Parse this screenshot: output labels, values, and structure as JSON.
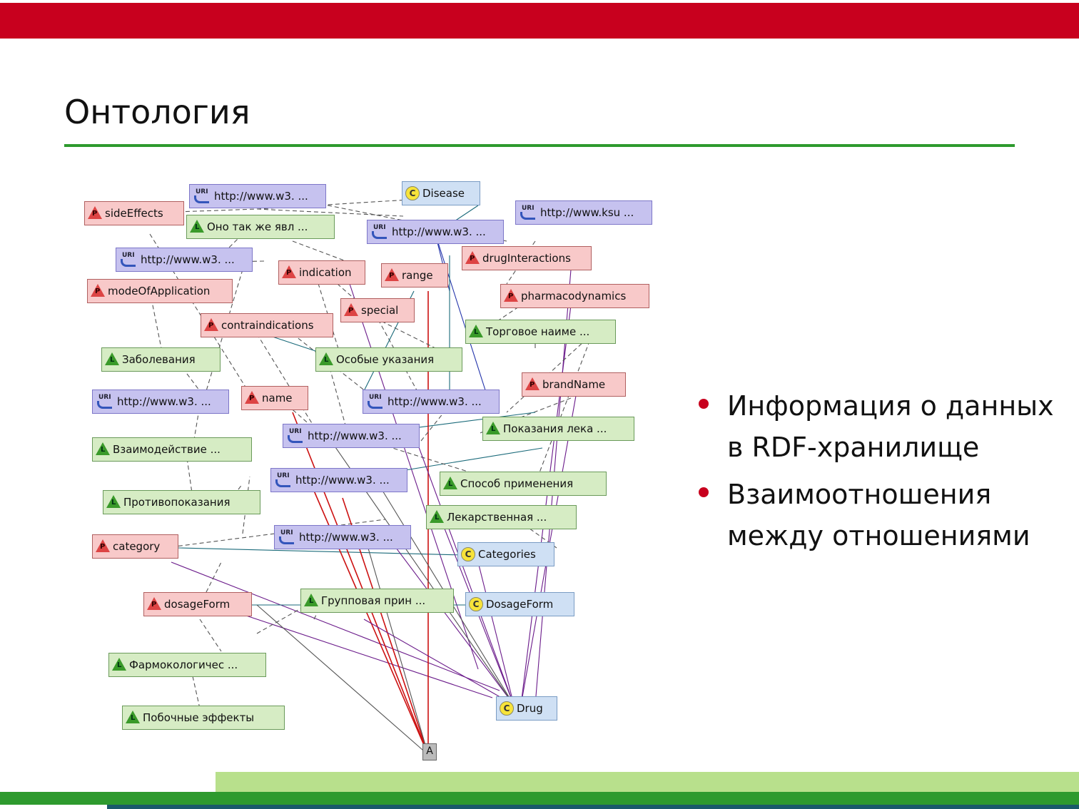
{
  "slide": {
    "title": "Онтология",
    "bullets": [
      "Информация о данных в RDF-хранилище",
      "Взаимоотношения между отношениями"
    ]
  },
  "diagram": {
    "nodes": {
      "uri_w3_top": {
        "kind": "uri",
        "label": "http://www.w3. ..."
      },
      "side_effects": {
        "kind": "property",
        "label": "sideEffects"
      },
      "disease": {
        "kind": "class",
        "label": "Disease"
      },
      "lit_ono": {
        "kind": "literal",
        "label": "Оно так же явл ..."
      },
      "uri_ksu": {
        "kind": "uri",
        "label": "http://www.ksu ..."
      },
      "uri_w3_mid": {
        "kind": "uri",
        "label": "http://www.w3. ..."
      },
      "uri_w3_left": {
        "kind": "uri",
        "label": "http://www.w3. ..."
      },
      "drug_interactions": {
        "kind": "property",
        "label": "drugInteractions"
      },
      "indication": {
        "kind": "property",
        "label": "indication"
      },
      "range": {
        "kind": "property",
        "label": "range"
      },
      "mode_of_application": {
        "kind": "property",
        "label": "modeOfApplication"
      },
      "pharmacodynamics": {
        "kind": "property",
        "label": "pharmacodynamics"
      },
      "special": {
        "kind": "property",
        "label": "special"
      },
      "contraindications": {
        "kind": "property",
        "label": "contraindications"
      },
      "lit_trade": {
        "kind": "literal",
        "label": "Торговое наиме ..."
      },
      "lit_diseases": {
        "kind": "literal",
        "label": "Заболевания"
      },
      "lit_special": {
        "kind": "literal",
        "label": "Особые указания"
      },
      "brand_name": {
        "kind": "property",
        "label": "brandName"
      },
      "uri_w3_l2": {
        "kind": "uri",
        "label": "http://www.w3. ..."
      },
      "name": {
        "kind": "property",
        "label": "name"
      },
      "uri_w3_c2": {
        "kind": "uri",
        "label": "http://www.w3. ..."
      },
      "uri_w3_c3": {
        "kind": "uri",
        "label": "http://www.w3. ..."
      },
      "lit_indications": {
        "kind": "literal",
        "label": "Показания лека ..."
      },
      "lit_interaction": {
        "kind": "literal",
        "label": "Взаимодействие ..."
      },
      "uri_w3_c4": {
        "kind": "uri",
        "label": "http://www.w3. ..."
      },
      "lit_method": {
        "kind": "literal",
        "label": "Способ применения"
      },
      "lit_contra": {
        "kind": "literal",
        "label": "Противопоказания"
      },
      "lit_dosage_lit": {
        "kind": "literal",
        "label": "Лекарственная ..."
      },
      "category": {
        "kind": "property",
        "label": "category"
      },
      "uri_w3_c5": {
        "kind": "uri",
        "label": "http://www.w3. ..."
      },
      "categories": {
        "kind": "class",
        "label": "Categories"
      },
      "dosage_form": {
        "kind": "property",
        "label": "dosageForm"
      },
      "lit_group": {
        "kind": "literal",
        "label": "Групповая прин ..."
      },
      "dosage_form_class": {
        "kind": "class",
        "label": "DosageForm"
      },
      "lit_pharmacol": {
        "kind": "literal",
        "label": "Фармокологичес ..."
      },
      "drug": {
        "kind": "class",
        "label": "Drug"
      },
      "lit_side": {
        "kind": "literal",
        "label": "Побочные эффекты"
      },
      "anon": {
        "kind": "anon",
        "label": "A"
      }
    },
    "colors": {
      "property_fill": "#f8c9c9",
      "literal_fill": "#d6ecc4",
      "class_fill": "#cfe0f4",
      "uri_fill": "#c6c2ef",
      "edge_gray": "#555555",
      "edge_purple": "#6a1a8a",
      "edge_teal": "#1a6a7a",
      "edge_red": "#cc1111",
      "edge_blue": "#2233aa"
    }
  }
}
